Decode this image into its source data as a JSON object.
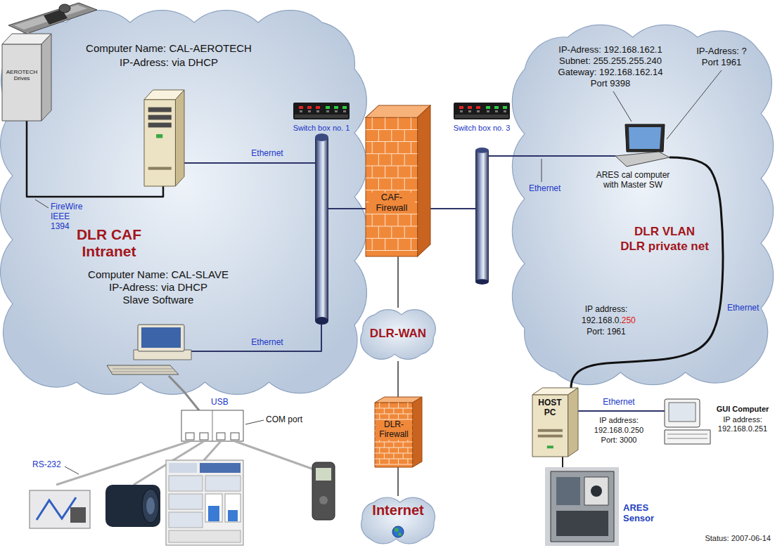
{
  "diagram": {
    "nodes": [
      {
        "text": [
          "DLR CAF Intranet"
        ]
      },
      {
        "text": [
          "AEROTECH Drives"
        ],
        "in": 0
      },
      {
        "text": [
          "Computer Name: CAL-AEROTECH",
          "IP-Adress: via DHCP"
        ],
        "in": 0
      },
      {
        "text": [
          "Computer Name: CAL-SLAVE",
          "IP-Adress: via DHCP",
          "Slave Software"
        ],
        "in": 0
      },
      {
        "text": [
          "Switch box no. 1"
        ],
        "in": 0
      },
      {
        "text": [
          "CAF-Firewall"
        ]
      },
      {
        "text": [
          "DLR-WAN"
        ]
      },
      {
        "text": [
          "DLR-Firewall"
        ]
      },
      {
        "text": [
          "Internet"
        ]
      },
      {
        "text": [
          "Switch box no. 3"
        ]
      },
      {
        "text": [
          "DLR VLAN",
          "DLR private net"
        ]
      },
      {
        "text": [
          "ARES cal computer with Master SW"
        ],
        "in": 10
      },
      {
        "text": [
          "HOST PC"
        ]
      },
      {
        "text": [
          "GUI Computer",
          "IP address: 192.168.0.251"
        ]
      },
      {
        "text": [
          "ARES Sensor"
        ]
      }
    ],
    "edges": [
      {
        "from": 1,
        "to": 2,
        "arrow": "none"
      },
      {
        "from": 2,
        "to": 4,
        "arrow": "none"
      },
      {
        "from": 3,
        "to": 4,
        "arrow": "none"
      },
      {
        "from": 4,
        "to": 5,
        "arrow": "none"
      },
      {
        "from": 5,
        "to": 9,
        "arrow": "none"
      },
      {
        "from": 9,
        "to": 11,
        "arrow": "none"
      },
      {
        "from": 5,
        "to": 6,
        "arrow": "none"
      },
      {
        "from": 6,
        "to": 7,
        "arrow": "none"
      },
      {
        "from": 7,
        "to": 8,
        "arrow": "none"
      },
      {
        "from": 11,
        "to": 12,
        "arrow": "none"
      },
      {
        "from": 12,
        "to": 13,
        "arrow": "none"
      },
      {
        "from": 12,
        "to": 14,
        "arrow": "none"
      }
    ],
    "labels": [
      "Ethernet",
      "FireWire IEEE 1394",
      "Ethernet",
      "USB",
      "COM port",
      "RS-232",
      "IP-Adress: 192.168.162.1",
      "Subnet: 255.255.255.240",
      "Gateway: 192.168.162.14",
      "Port 9398",
      "IP-Adress: ?",
      "Port 1961",
      "Ethernet",
      "Ethernet",
      "IP address:",
      "192.168.0.",
      "250",
      "Port: 1961",
      "Ethernet",
      "IP address:",
      "192.168.0.250",
      "Port: 3000",
      "Status: 2007-06-14"
    ]
  }
}
